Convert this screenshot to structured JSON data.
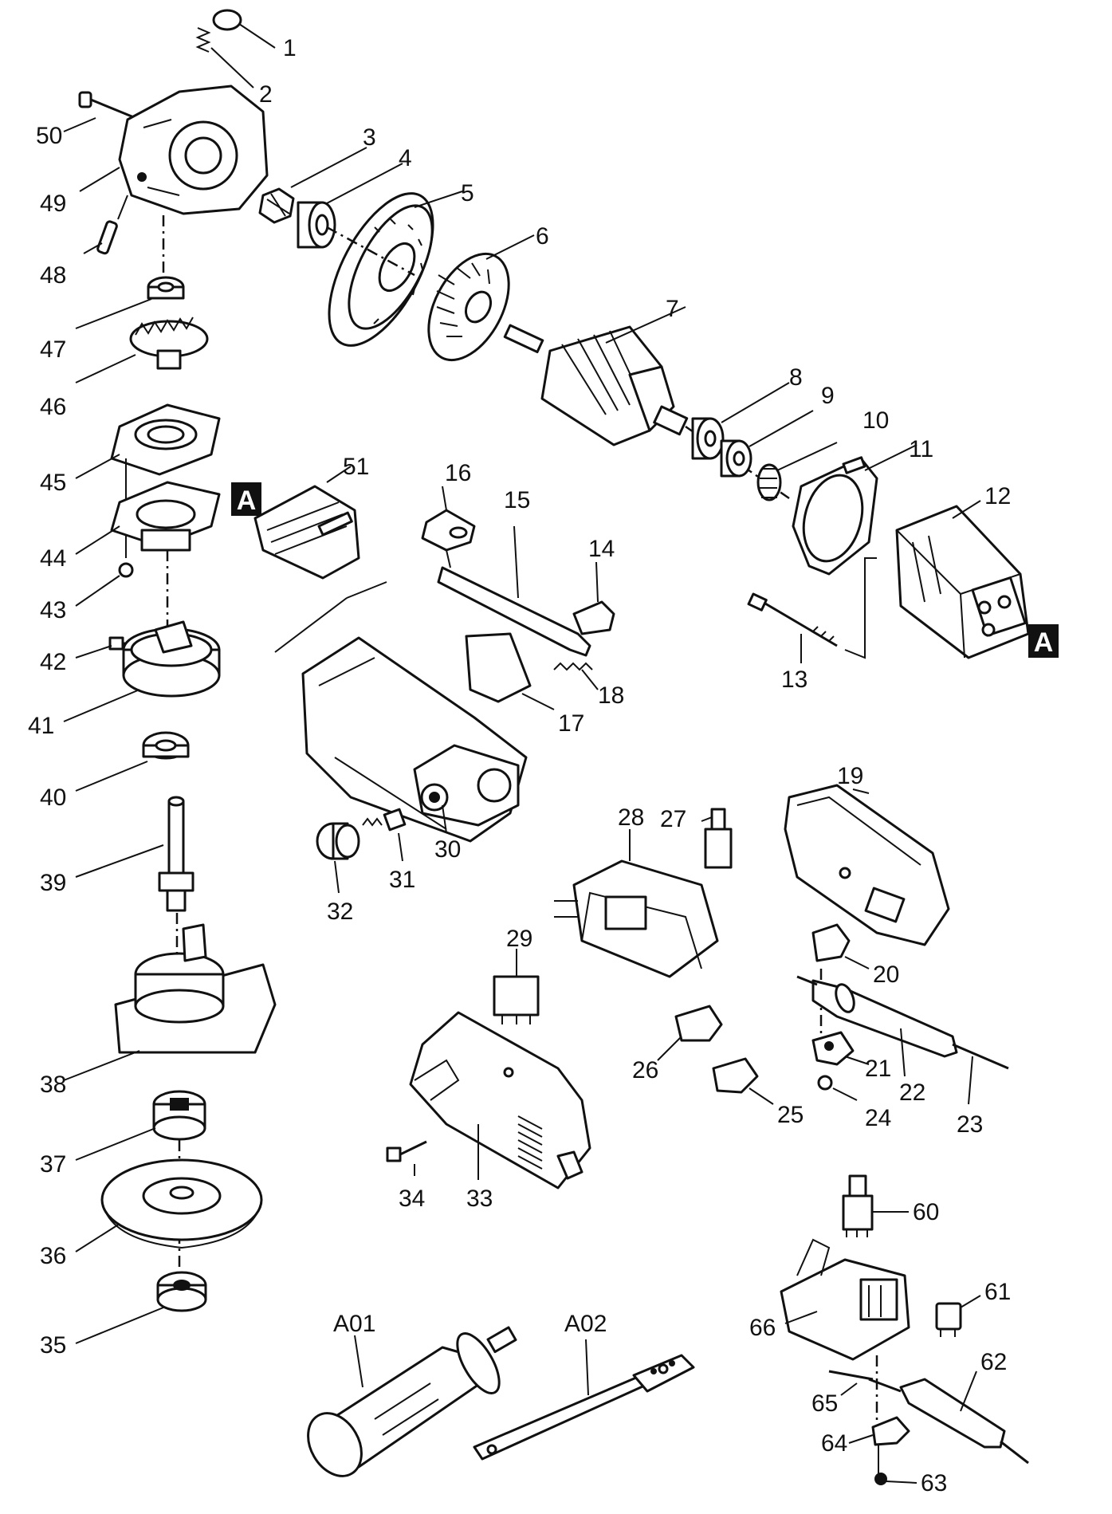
{
  "labels": {
    "p1": "1",
    "p2": "2",
    "p3": "3",
    "p4": "4",
    "p5": "5",
    "p6": "6",
    "p7": "7",
    "p8": "8",
    "p9": "9",
    "p10": "10",
    "p11": "11",
    "p12": "12",
    "p13": "13",
    "p14": "14",
    "p15": "15",
    "p16": "16",
    "p17": "17",
    "p18": "18",
    "p19": "19",
    "p20": "20",
    "p21": "21",
    "p22": "22",
    "p23": "23",
    "p24": "24",
    "p25": "25",
    "p26": "26",
    "p27": "27",
    "p28": "28",
    "p29": "29",
    "p30": "30",
    "p31": "31",
    "p32": "32",
    "p33": "33",
    "p34": "34",
    "p35": "35",
    "p36": "36",
    "p37": "37",
    "p38": "38",
    "p39": "39",
    "p40": "40",
    "p41": "41",
    "p42": "42",
    "p43": "43",
    "p44": "44",
    "p45": "45",
    "p46": "46",
    "p47": "47",
    "p48": "48",
    "p49": "49",
    "p50": "50",
    "p51": "51",
    "p60": "60",
    "p61": "61",
    "p62": "62",
    "p63": "63",
    "p64": "64",
    "p65": "65",
    "p66": "66",
    "a01": "A01",
    "a02": "A02"
  },
  "reference_markers": {
    "top_left": "A",
    "bottom_right": "A"
  },
  "colors": {
    "ink": "#111111",
    "paper": "#ffffff"
  }
}
